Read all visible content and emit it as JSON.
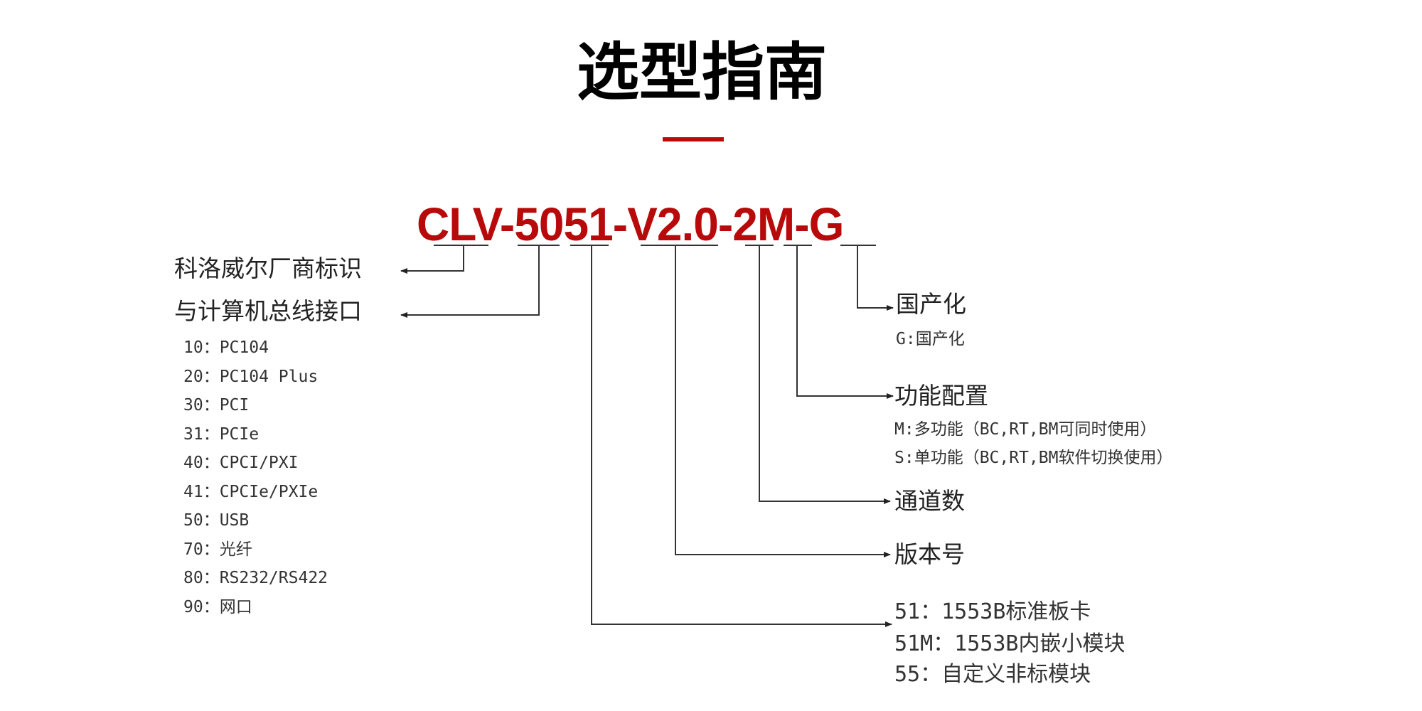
{
  "title": "选型指南",
  "accent_color": "#b80a0a",
  "model_code": "CLV-5051-V2.0-2M-G",
  "left": {
    "vendor_label": "科洛威尔厂商标识",
    "bus_label": "与计算机总线接口",
    "bus_options": [
      "10：PC104",
      "20：PC104 Plus",
      "30：PCI",
      "31：PCIe",
      "40：CPCI/PXI",
      "41：CPCIe/PXIe",
      "50：USB",
      "70：光纤",
      "80：RS232/RS422",
      "90：网口"
    ]
  },
  "right": {
    "localization_label": "国产化",
    "localization_options": [
      "G:国产化"
    ],
    "function_label": "功能配置",
    "function_options": [
      "M:多功能（BC,RT,BM可同时使用）",
      "S:单功能（BC,RT,BM软件切换使用）"
    ],
    "channels_label": "通道数",
    "version_label": "版本号",
    "type_options": [
      "51：1553B标准板卡",
      "51M：1553B内嵌小模块",
      "55：自定义非标模块"
    ]
  }
}
